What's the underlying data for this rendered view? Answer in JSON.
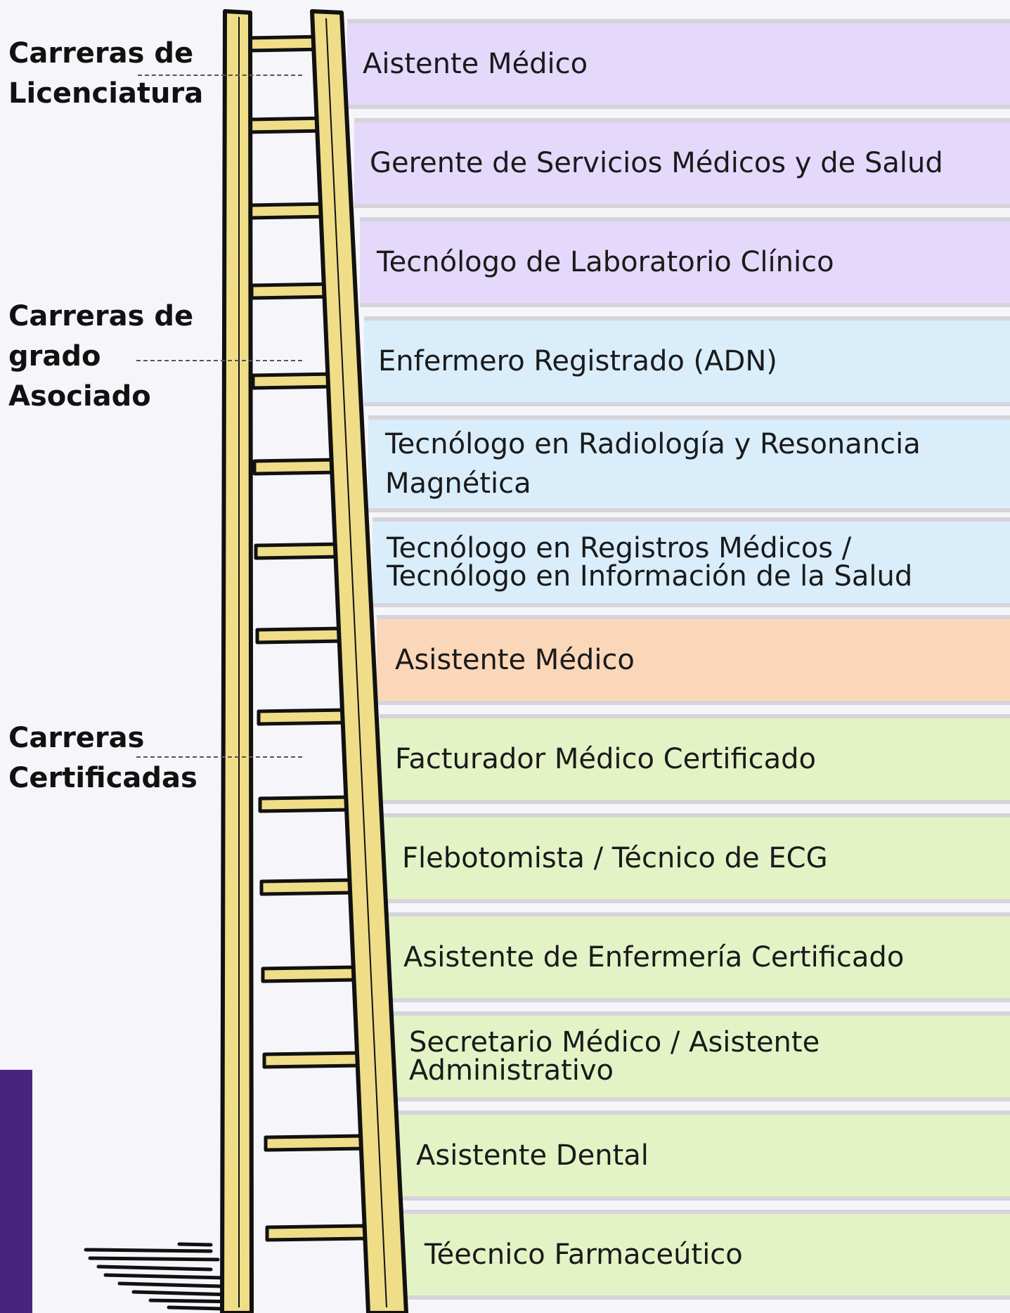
{
  "bands": [
    {
      "label": "Aistente Médico",
      "color": "purple"
    },
    {
      "label": "Gerente de Servicios Médicos y de Salud",
      "color": "purple"
    },
    {
      "label": "Tecnólogo de Laboratorio Clínico",
      "color": "purple"
    },
    {
      "label": "Enfermero Registrado (ADN)",
      "color": "blue"
    },
    {
      "label": "Tecnólogo en Radiología y Resonancia Magnética",
      "color": "blue"
    },
    {
      "label": "Tecnólogo en Registros Médicos / Tecnólogo en Información de la Salud",
      "color": "blue"
    },
    {
      "label": "Asistente Médico",
      "color": "orange"
    },
    {
      "label": "Facturador Médico Certificado",
      "color": "green"
    },
    {
      "label": "Flebotomista / Técnico de ECG",
      "color": "green"
    },
    {
      "label": "Asistente de Enfermería Certificado",
      "color": "green"
    },
    {
      "label": "Secretario Médico / Asistente Administrativo",
      "color": "green"
    },
    {
      "label": "Asistente Dental",
      "color": "green"
    },
    {
      "label": "Téecnico Farmaceútico",
      "color": "green"
    }
  ],
  "groups": {
    "licenciatura": {
      "line1": "Carreras de",
      "line2": "Licenciatura"
    },
    "asociado": {
      "line1": "Carreras de",
      "line2": "grado",
      "line3": "Asociado"
    },
    "certificadas": {
      "line1": "Carreras",
      "line2": "Certificadas"
    }
  },
  "colors": {
    "purple": "#e4d8fb",
    "blue": "#d9edfb",
    "orange": "#fbd7b9",
    "green": "#e4f3c6",
    "ladder_wood": "#f0dd88",
    "accent_block": "#4a2381"
  }
}
